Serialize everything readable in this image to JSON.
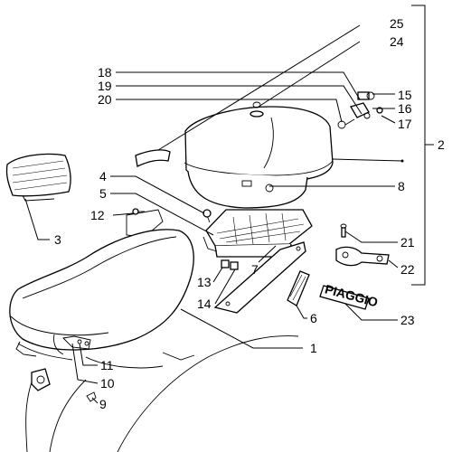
{
  "diagram": {
    "brand_badge_text": "PIAGGIO",
    "callouts": [
      {
        "id": "c1",
        "text": "1"
      },
      {
        "id": "c2",
        "text": "2"
      },
      {
        "id": "c3",
        "text": "3"
      },
      {
        "id": "c4",
        "text": "4"
      },
      {
        "id": "c5",
        "text": "5"
      },
      {
        "id": "c6",
        "text": "6"
      },
      {
        "id": "c7",
        "text": "7"
      },
      {
        "id": "c8",
        "text": "8"
      },
      {
        "id": "c9",
        "text": "9"
      },
      {
        "id": "c10",
        "text": "10"
      },
      {
        "id": "c11",
        "text": "11"
      },
      {
        "id": "c12",
        "text": "12"
      },
      {
        "id": "c13",
        "text": "13"
      },
      {
        "id": "c14",
        "text": "14"
      },
      {
        "id": "c15",
        "text": "15"
      },
      {
        "id": "c16",
        "text": "16"
      },
      {
        "id": "c17",
        "text": "17"
      },
      {
        "id": "c18",
        "text": "18"
      },
      {
        "id": "c19",
        "text": "19"
      },
      {
        "id": "c20",
        "text": "20"
      },
      {
        "id": "c21",
        "text": "21"
      },
      {
        "id": "c22",
        "text": "22"
      },
      {
        "id": "c23",
        "text": "23"
      },
      {
        "id": "c24",
        "text": "24"
      },
      {
        "id": "c25",
        "text": "25"
      }
    ]
  }
}
